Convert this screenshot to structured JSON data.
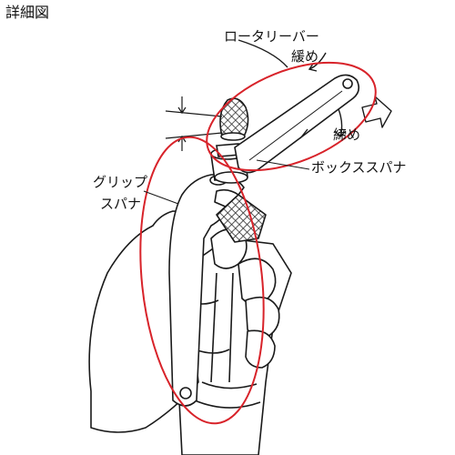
{
  "title": "詳細図",
  "labels": {
    "rotary_bar": "ロータリーバー",
    "loosen": "緩め",
    "tighten": "締め",
    "box_spanner": "ボックススパナ",
    "grip_spanner_line1": "グリップ",
    "grip_spanner_line2": "スパナ"
  },
  "colors": {
    "highlight_ellipse": "#d8232a",
    "line": "#1a1a1a",
    "knurl": "#333333"
  },
  "icons": {
    "direction_arrow": "hollow-right-arrow"
  }
}
